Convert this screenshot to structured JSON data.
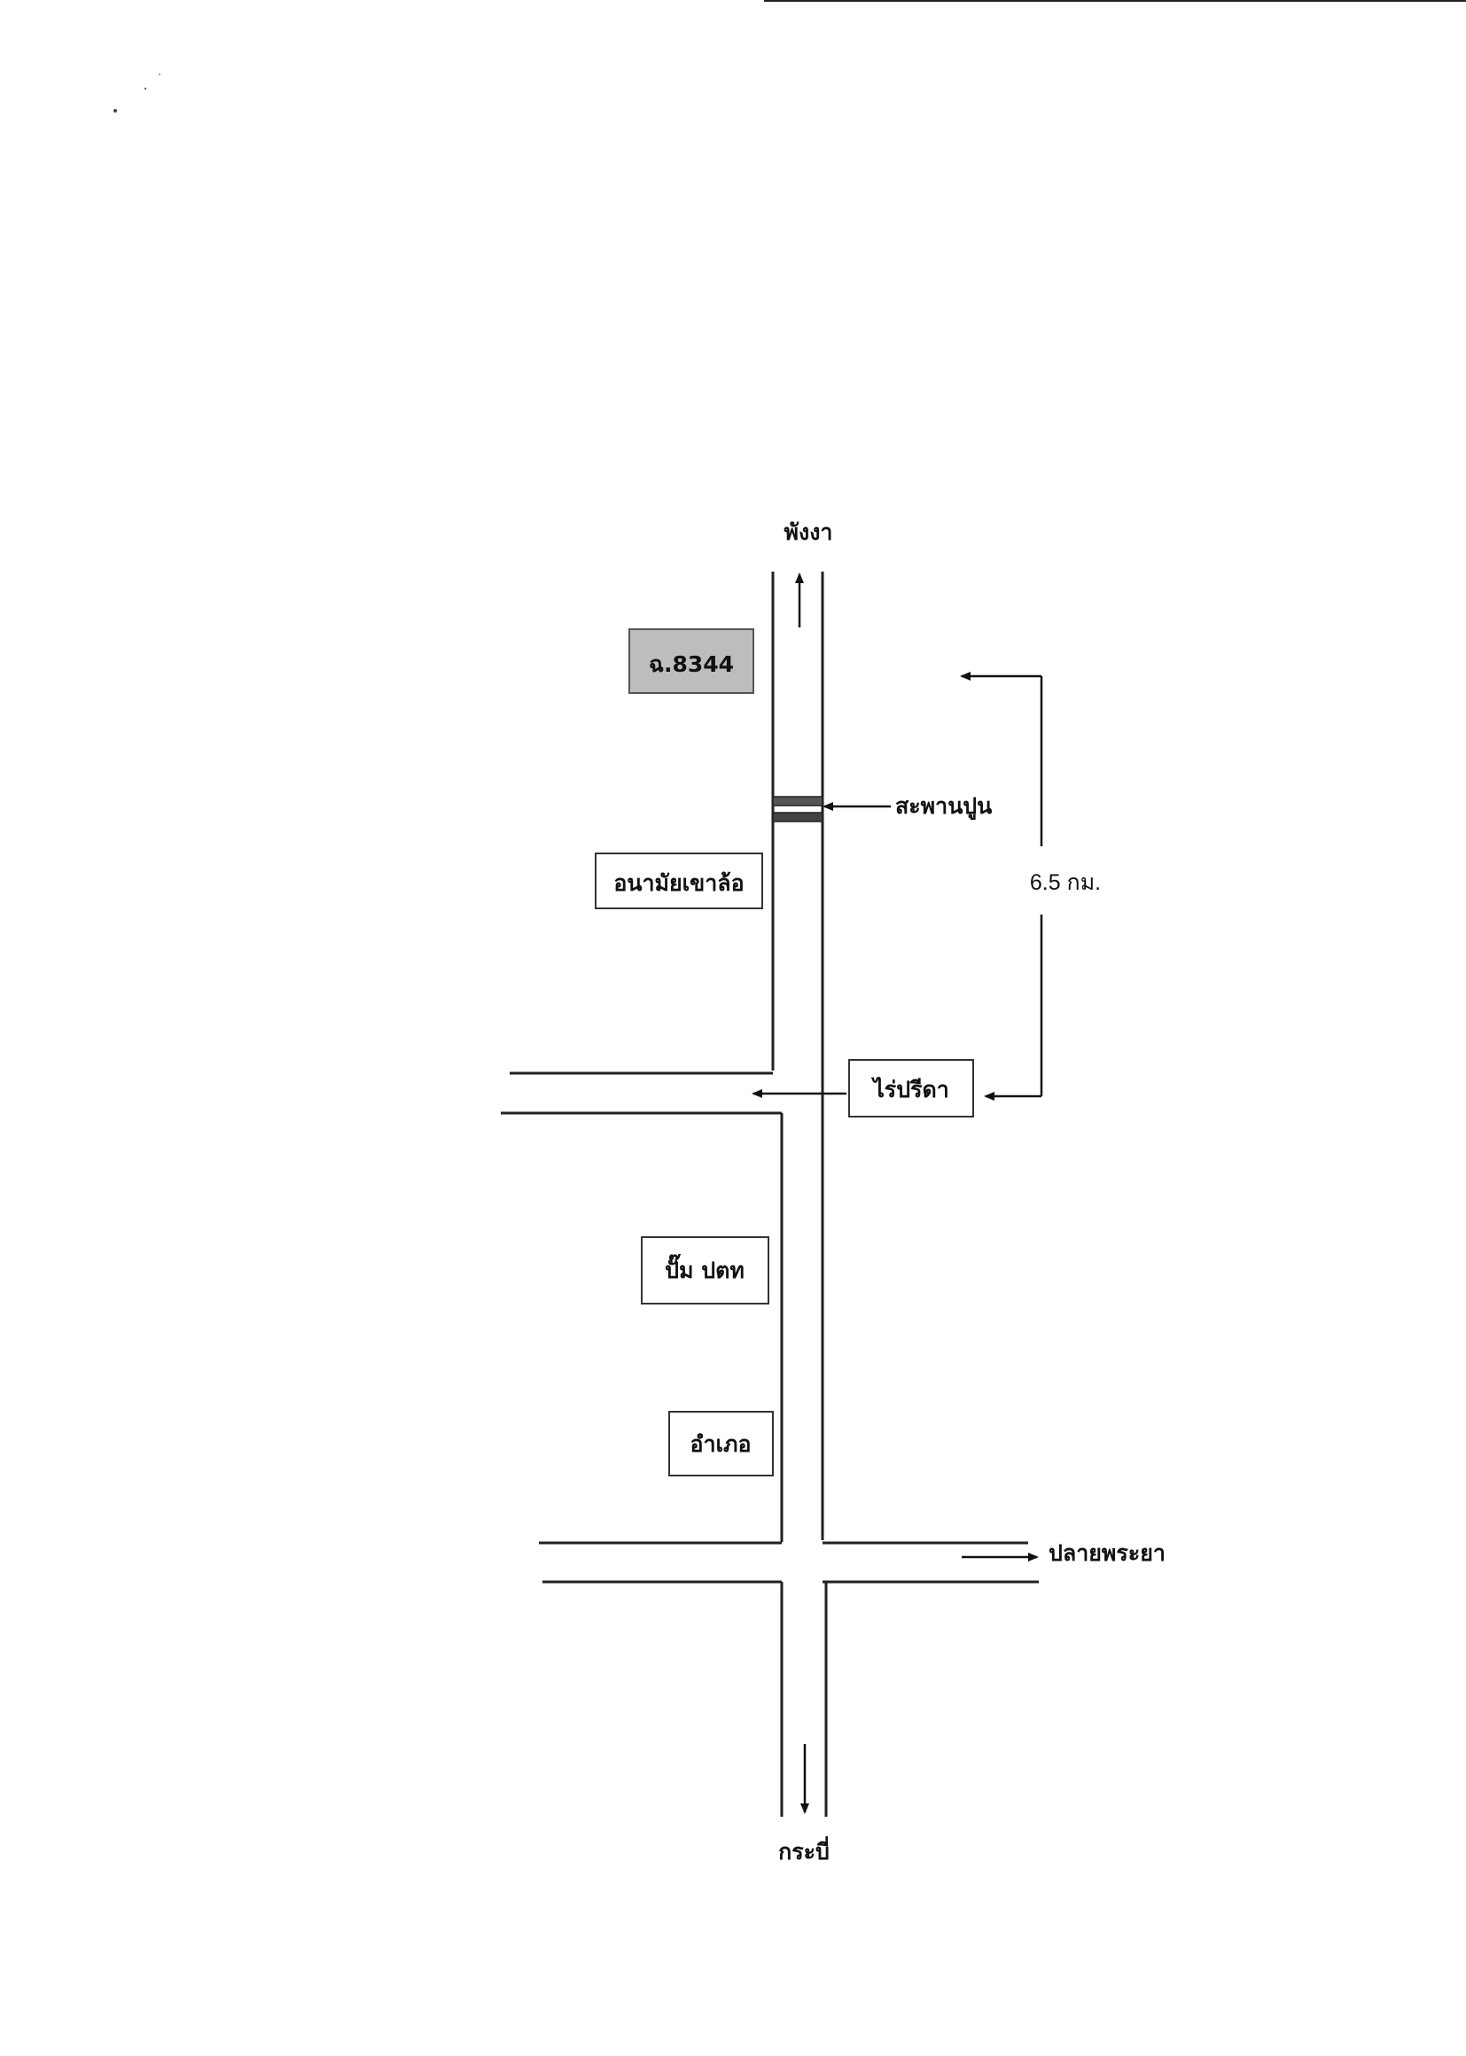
{
  "directions": {
    "north": "พังงา",
    "south": "กระบี่",
    "east": "ปลายพระยา"
  },
  "places": {
    "target": "ฉ.8344",
    "bridge": "สะพานปูน",
    "health_center": "อนามัยเขาล้อ",
    "rai_preeda": "ไร่ปรีดา",
    "gas_station": "ปั๊ม ปตท",
    "district_office": "อำเภอ"
  },
  "distance": {
    "label": "6.5 กม."
  },
  "colors": {
    "ink": "#111111",
    "highlight_box": "#bdbdbd"
  }
}
